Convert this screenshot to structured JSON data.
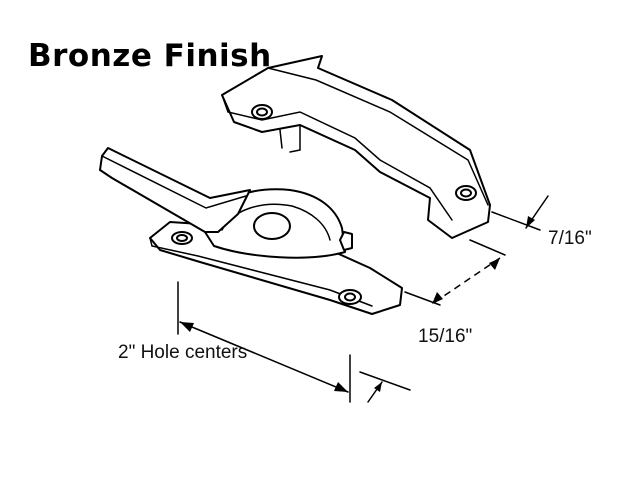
{
  "title": "Bronze Finish",
  "dimensions": {
    "keeper_depth": "7/16\"",
    "width": "15/16\"",
    "hole_centers": "2\" Hole centers"
  }
}
